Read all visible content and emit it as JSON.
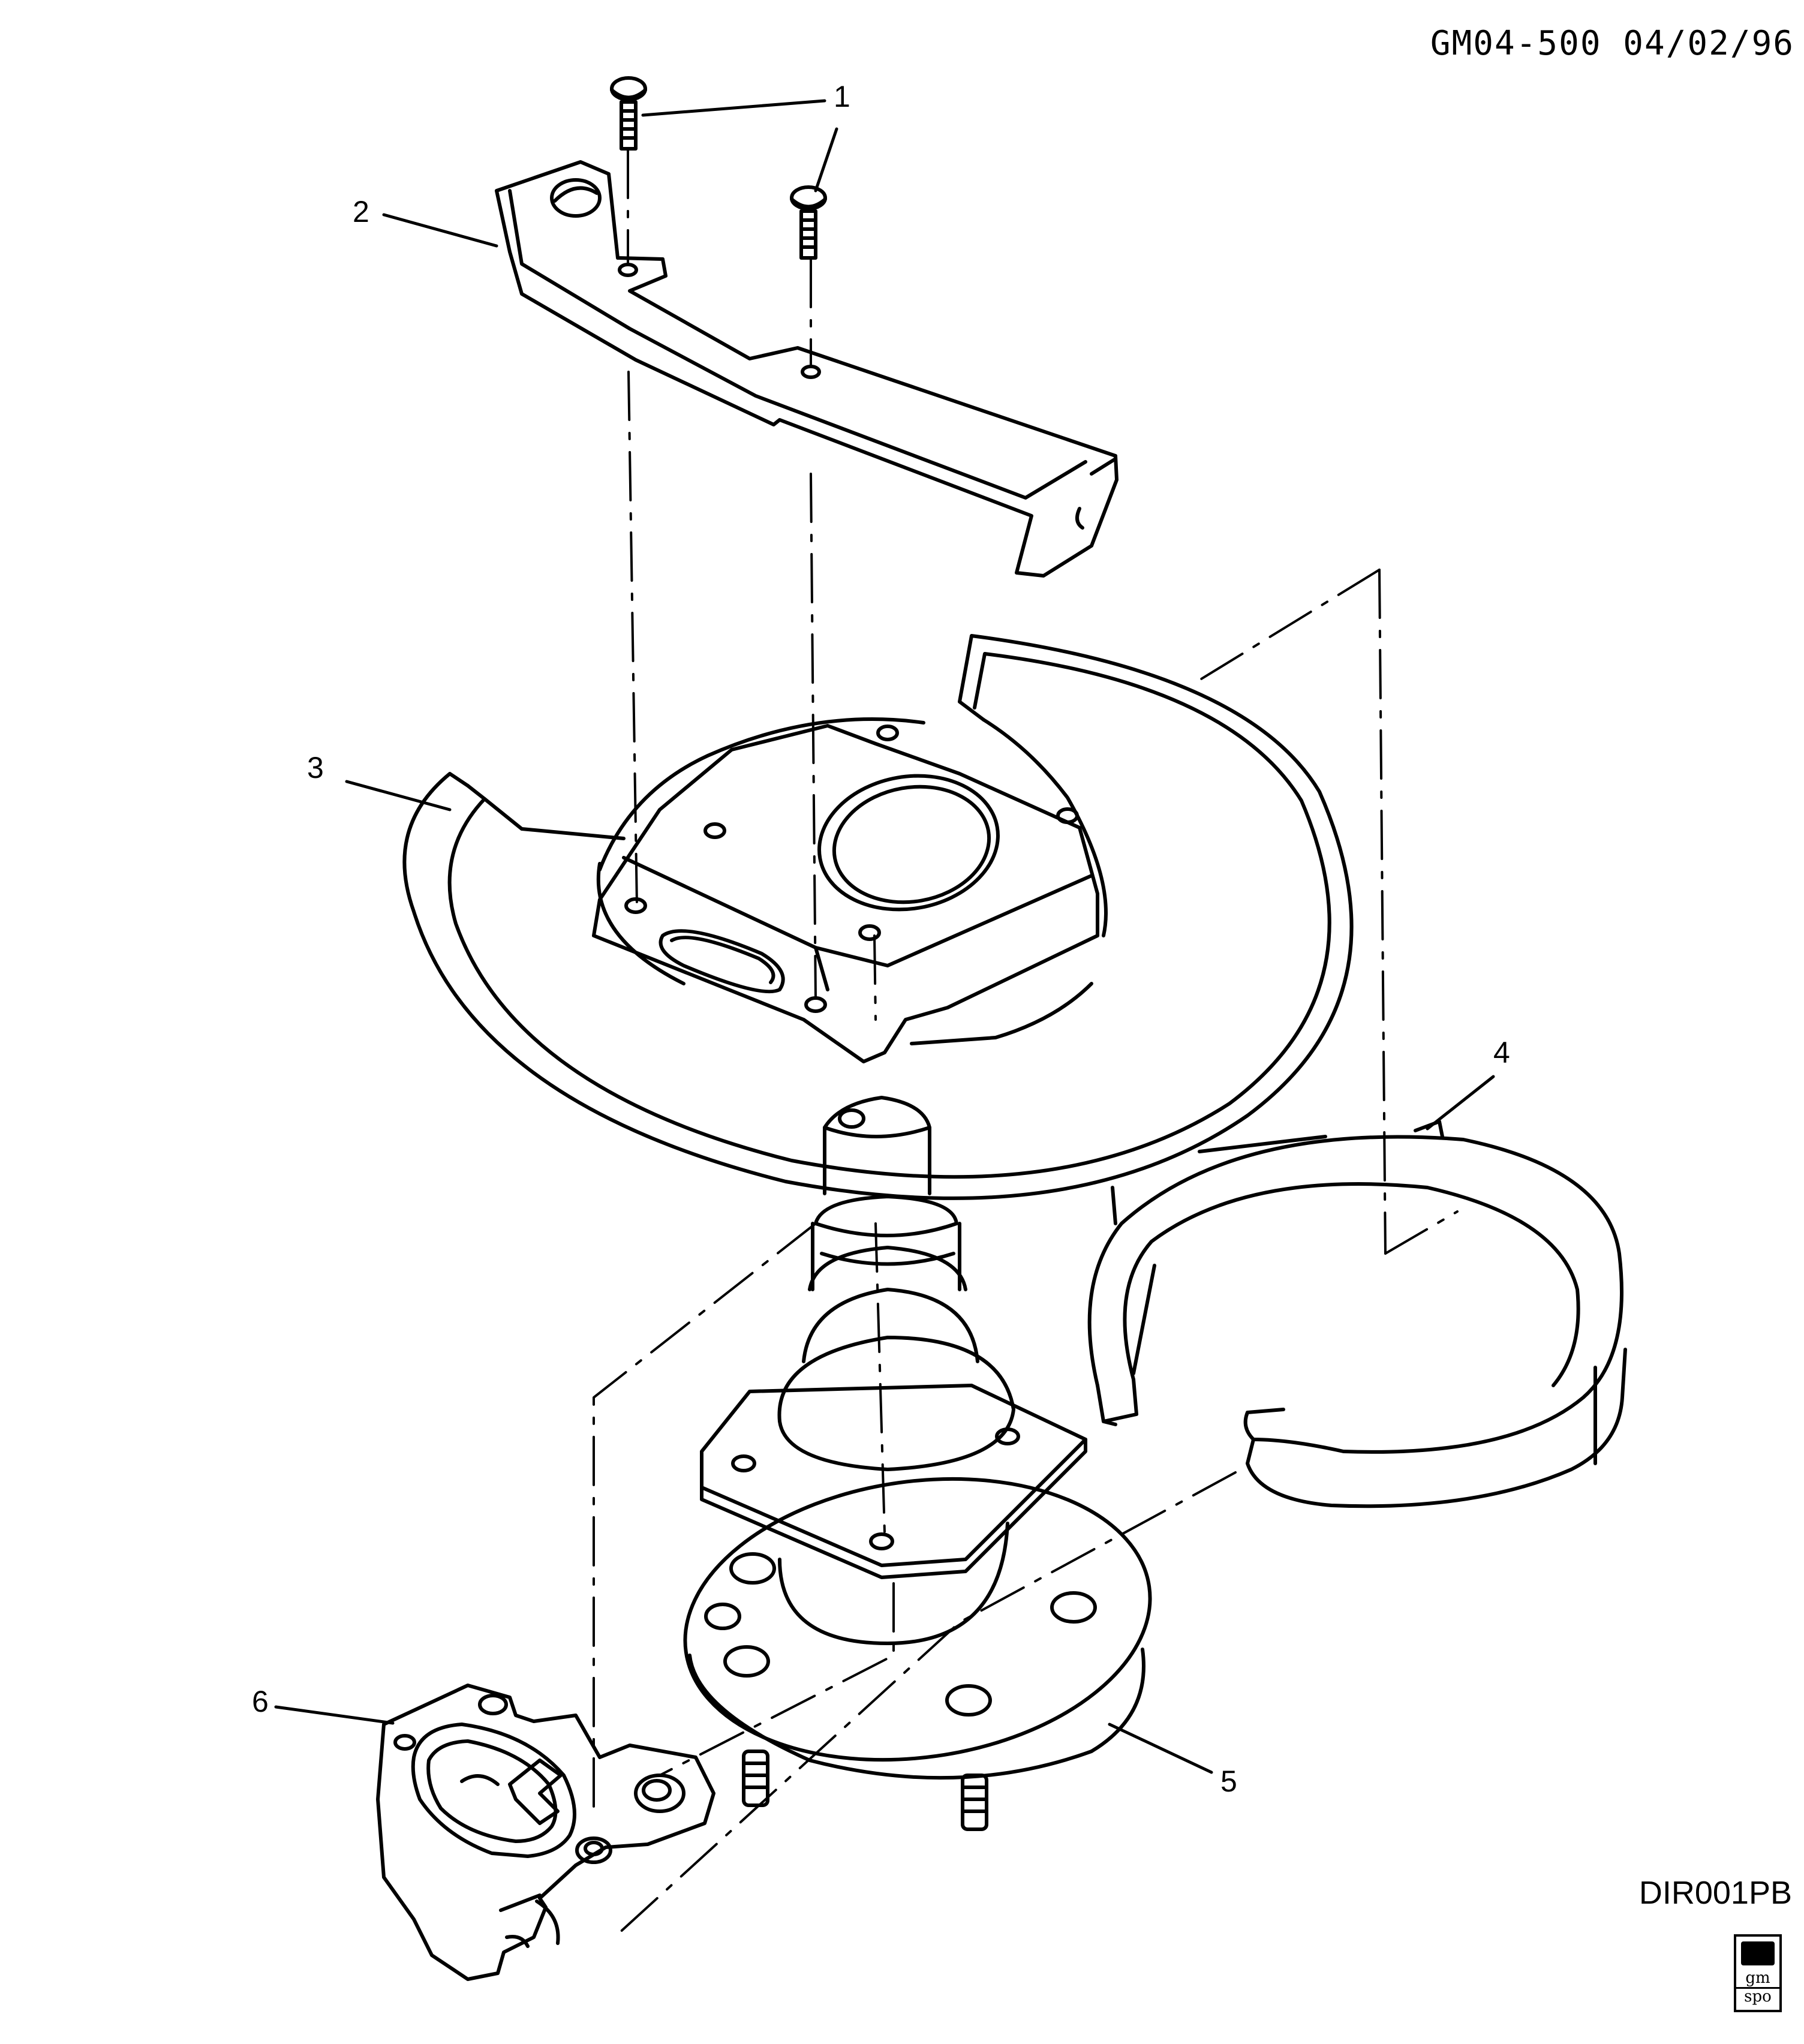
{
  "header": {
    "code": "GM04-500 04/02/96"
  },
  "figure": {
    "id": "DIR001PB",
    "logo": {
      "line1": "gm",
      "line2": "spo"
    }
  },
  "callouts": [
    {
      "label": "1"
    },
    {
      "label": "2"
    },
    {
      "label": "3"
    },
    {
      "label": "4"
    },
    {
      "label": "5"
    },
    {
      "label": "6"
    }
  ]
}
